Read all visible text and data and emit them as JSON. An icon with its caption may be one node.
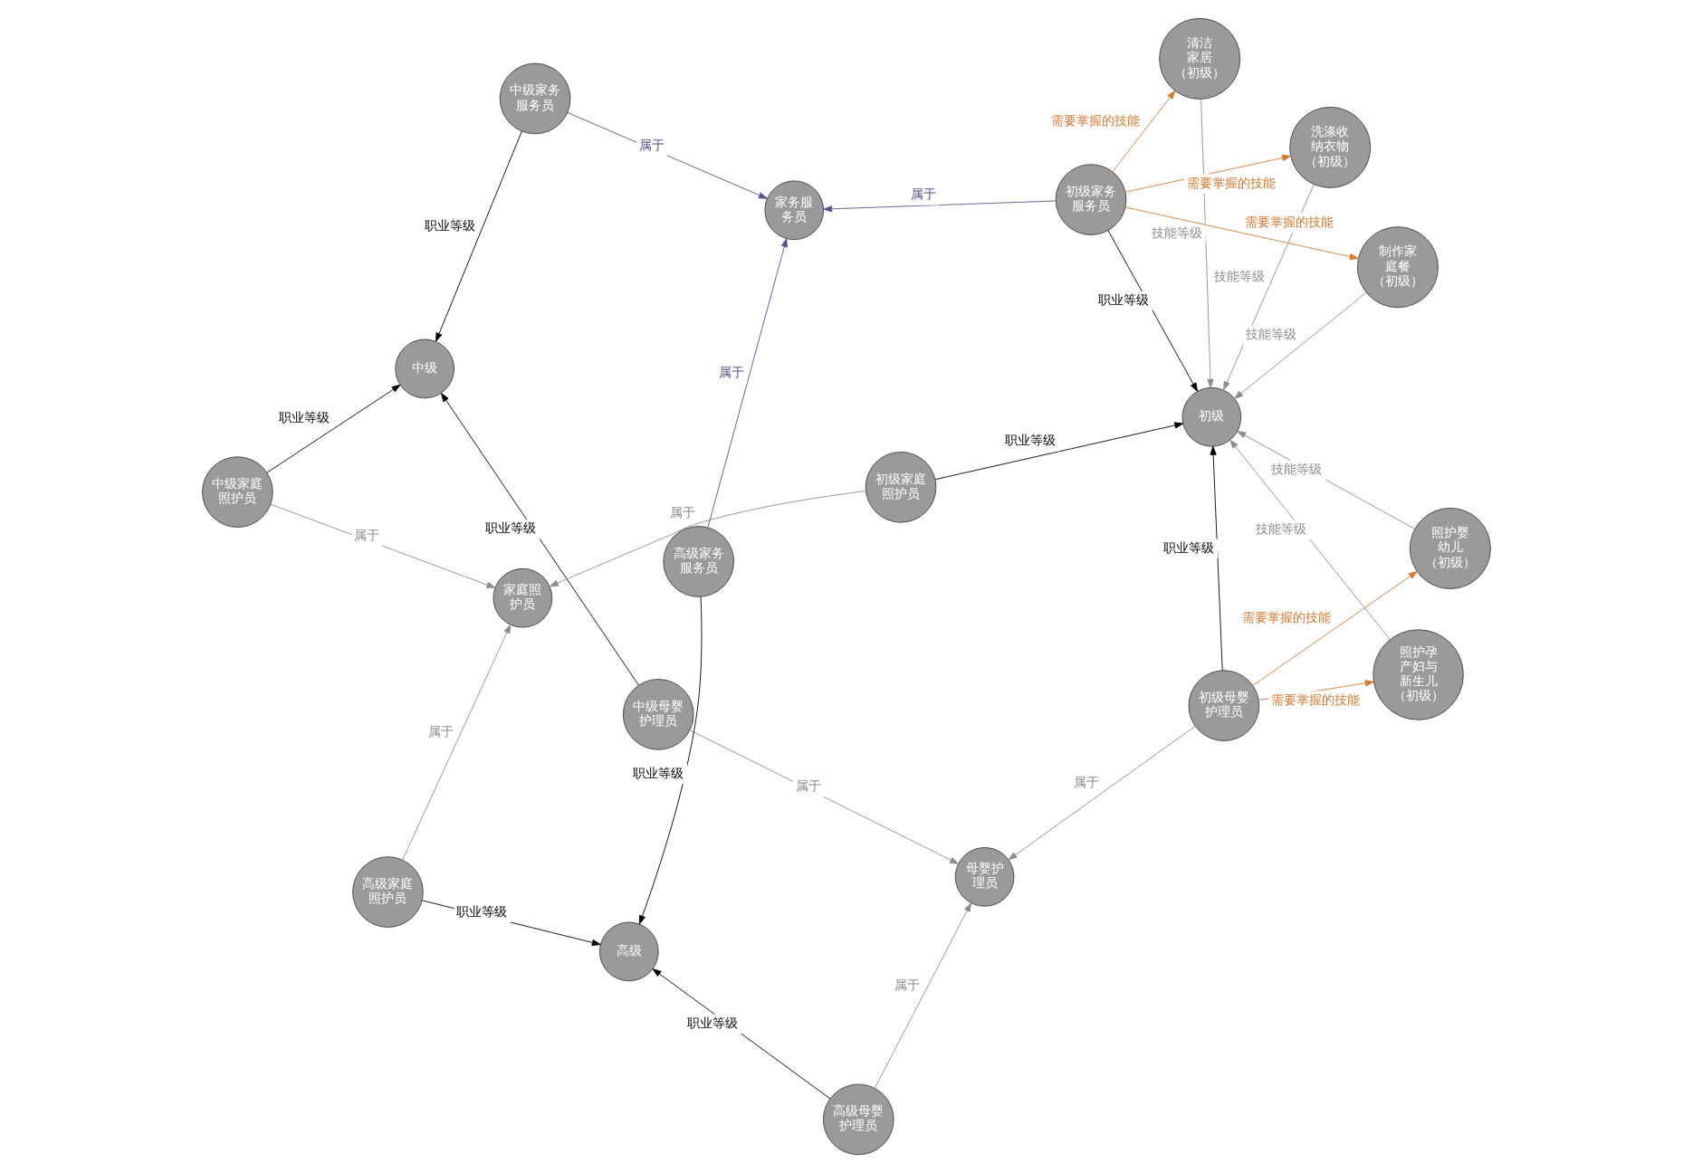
{
  "diagram": {
    "nodes": [
      {
        "text": [
          "中级"
        ]
      },
      {
        "text": [
          "中级母婴护理员"
        ]
      },
      {
        "text": [
          "母婴护理员"
        ]
      },
      {
        "text": [
          "高级母婴护理员"
        ]
      },
      {
        "text": [
          "高级"
        ]
      },
      {
        "text": [
          "家庭照护员"
        ]
      },
      {
        "text": [
          "高级家庭照护员"
        ]
      },
      {
        "text": [
          "照护婴幼儿（初级）"
        ]
      },
      {
        "text": [
          "初级母婴护理员"
        ]
      },
      {
        "text": [
          "照护孕产妇与新生儿（初级）"
        ]
      },
      {
        "text": [
          "中级家庭照护员"
        ]
      },
      {
        "text": [
          "初级家庭照护员"
        ]
      },
      {
        "text": [
          "洗涤收纳衣物（初级）"
        ]
      },
      {
        "text": [
          "初级"
        ]
      },
      {
        "text": [
          "清洁家居（初级）"
        ]
      },
      {
        "text": [
          "制作家庭餐（初级）"
        ]
      },
      {
        "text": [
          "高级家务服务员"
        ]
      },
      {
        "text": [
          "中级家务服务员"
        ]
      },
      {
        "text": [
          "家务服务员"
        ]
      },
      {
        "text": [
          "初级家务服务员"
        ]
      }
    ],
    "edges": [
      {
        "from": 1,
        "to": 0,
        "arrow": "to",
        "label": "职业等级",
        "color": "#000000"
      },
      {
        "from": 1,
        "to": 2,
        "arrow": "to",
        "label": "属于"
      },
      {
        "from": 3,
        "to": 2,
        "arrow": "to",
        "label": "属于"
      },
      {
        "from": 3,
        "to": 4,
        "arrow": "to",
        "label": "职业等级",
        "color": "#000000"
      },
      {
        "from": 6,
        "to": 4,
        "arrow": "to",
        "label": "职业等级",
        "color": "#000000"
      },
      {
        "from": 6,
        "to": 5,
        "arrow": "to",
        "label": "属于"
      },
      {
        "from": 7,
        "to": 13,
        "arrow": "to",
        "label": "技能等级"
      },
      {
        "from": 8,
        "to": 2,
        "arrow": "to",
        "label": "属于"
      },
      {
        "from": 8,
        "to": 7,
        "arrow": "to",
        "label": "需要掌握的技能",
        "color": "#d9782d"
      },
      {
        "from": 8,
        "to": 9,
        "arrow": "to",
        "label": "需要掌握的技能",
        "color": "#d9782d"
      },
      {
        "from": 8,
        "to": 13,
        "arrow": "to",
        "label": "职业等级",
        "color": "#000000"
      },
      {
        "from": 9,
        "to": 13,
        "arrow": "to",
        "label": "技能等级"
      },
      {
        "from": 10,
        "to": 0,
        "arrow": "to",
        "label": "职业等级",
        "color": "#000000"
      },
      {
        "from": 10,
        "to": 5,
        "arrow": "to",
        "label": "属于"
      },
      {
        "from": 11,
        "to": 5,
        "arrow": "to",
        "label": "属于"
      },
      {
        "from": 11,
        "to": 13,
        "arrow": "to",
        "label": "职业等级",
        "color": "#000000"
      },
      {
        "from": 12,
        "to": 13,
        "arrow": "to",
        "label": "技能等级"
      },
      {
        "from": 14,
        "to": 13,
        "arrow": "to",
        "label": "技能等级"
      },
      {
        "from": 15,
        "to": 13,
        "arrow": "to",
        "label": "技能等级"
      },
      {
        "from": 16,
        "to": 4,
        "arrow": "to",
        "label": "职业等级",
        "color": "#000000"
      },
      {
        "from": 16,
        "to": 18,
        "arrow": "to",
        "label": "属于",
        "color": "#5e4f8f"
      },
      {
        "from": 17,
        "to": 0,
        "arrow": "to",
        "label": "职业等级",
        "color": "#000000"
      },
      {
        "from": 17,
        "to": 18,
        "arrow": "to",
        "label": "属于",
        "color": "#5e4f8f"
      },
      {
        "from": 19,
        "to": 12,
        "arrow": "to",
        "label": "需要掌握的技能",
        "color": "#d9782d"
      },
      {
        "from": 19,
        "to": 13,
        "arrow": "to",
        "label": "职业等级",
        "color": "#000000"
      },
      {
        "from": 19,
        "to": 14,
        "arrow": "to",
        "label": "需要掌握的技能",
        "color": "#d9782d"
      },
      {
        "from": 19,
        "to": 15,
        "arrow": "to",
        "label": "需要掌握的技能",
        "color": "#d9782d"
      },
      {
        "from": 19,
        "to": 18,
        "arrow": "to",
        "label": "属于",
        "color": "#5e4f8f"
      }
    ]
  }
}
